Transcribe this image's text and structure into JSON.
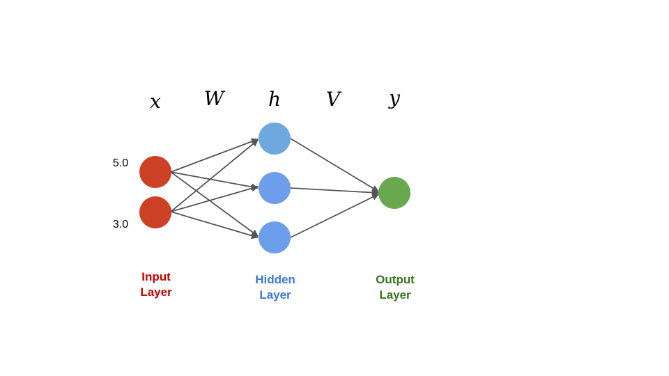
{
  "symbols": {
    "x": "x",
    "W": "W",
    "h": "h",
    "V": "V",
    "y": "y"
  },
  "input_values": [
    "5.0",
    "3.0"
  ],
  "labels": {
    "input": {
      "line1": "Input",
      "line2": "Layer"
    },
    "hidden": {
      "line1": "Hidden",
      "line2": "Layer"
    },
    "output": {
      "line1": "Output",
      "line2": "Layer"
    }
  },
  "colors": {
    "input_node": "#cc4125",
    "hidden_top": "#6fa8dc",
    "hidden_node": "#6d9eeb",
    "output_node": "#6aa84f",
    "input_label": "#cc0000",
    "hidden_label": "#3c78d8",
    "output_label": "#38761d",
    "edge": "#555555"
  }
}
